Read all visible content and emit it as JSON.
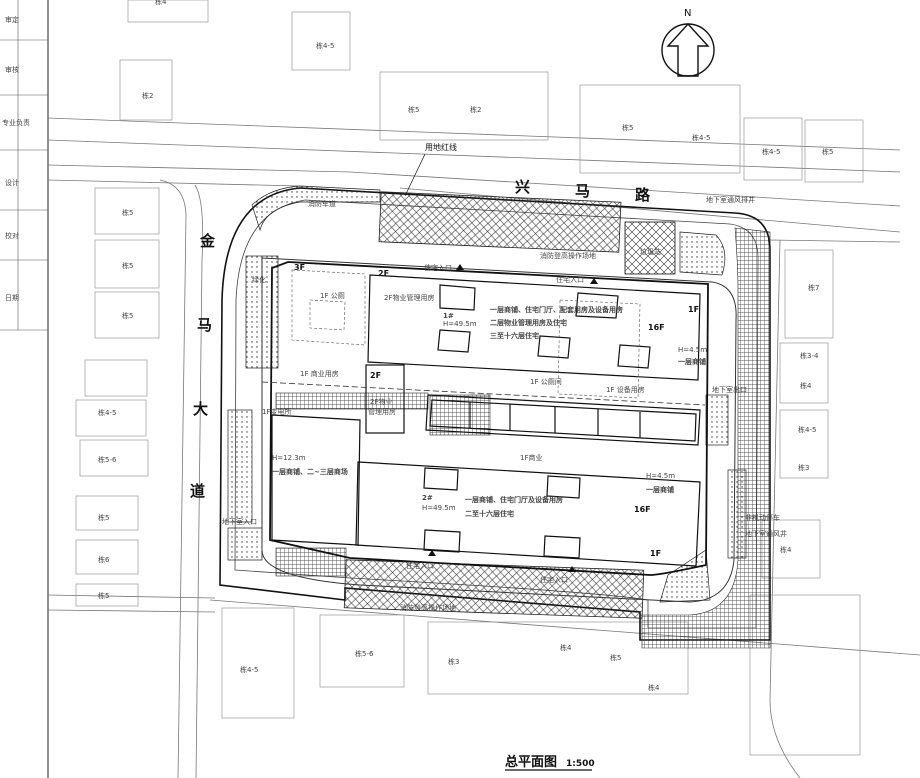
{
  "drawing": {
    "title": "总平面图",
    "scale": "1:500"
  },
  "compass": {
    "north": "N"
  },
  "roads": {
    "north": [
      "兴",
      "马",
      "路"
    ],
    "west": [
      "金",
      "马",
      "大",
      "道"
    ]
  },
  "labels": {
    "red_line": "用地红线",
    "fire_lane": "消防车道",
    "fire_work_north": "消防登高操作场地",
    "fire_work_south": "消防登高操作场地",
    "garbage": "垃圾站",
    "ug_exhaust": "地下室通风排井",
    "entrance_1": "住宅入口",
    "entrance_2": "住宅入口",
    "entrance_3": "住宅入口",
    "entrance_4": "住宅入口",
    "ug_entry_west": "地下室入口",
    "ug_exit_east": "地下室出口",
    "bike_parking": "非机动停车",
    "ug_vent_se": "地下室通风井",
    "green_west": "绿化",
    "floor_3f": "3F",
    "floor_2f_a": "2F",
    "floor_2f_b": "2F",
    "floor_1f_ne": "1F",
    "floor_1f_se": "1F",
    "floor_16f_a": "16F",
    "floor_16f_b": "16F",
    "b1_name": "1#",
    "b1_height": "H=49.5m",
    "b1_desc_1": "一层商铺、住宅门厅、配套用房及设备用房",
    "b1_desc_2": "二层物业管理用房及住宅",
    "b1_desc_3": "三至十六层住宅",
    "b1_mgmt": "2F物业管理用房",
    "b1_ne_height": "H=4.5m",
    "b1_ne_desc": "一层商铺",
    "b2_name": "2#",
    "b2_height": "H=49.5m",
    "b2_desc_1": "一层商铺、住宅门厅及设备用房",
    "b2_desc_2": "二至十六层住宅",
    "b2_e_height": "H=4.5m",
    "b2_e_desc": "一层商铺",
    "mall_height": "H=12.3m",
    "mall_desc": "一层商铺、二~三层商场",
    "mid_2f_desc_1": "2F物业",
    "mid_2f_desc_2": "管理用房",
    "f1_label_a": "1F 公厕",
    "f1_label_b": "1F 商业用房",
    "f1_label_c": "1F 公厕间",
    "f1_label_d": "1F 设备用房",
    "f1_label_e": "1F商业",
    "f1_label_f": "1F变电所"
  },
  "neighbors": [
    "栋4",
    "栋2",
    "栋4-5",
    "栋5",
    "栋2",
    "栋5",
    "栋4-5",
    "栋4-5",
    "栋5",
    "栋5",
    "栋5",
    "栋5",
    "栋4-5",
    "栋5-6",
    "栋5",
    "栋6",
    "栋5",
    "栋7",
    "栋3-4",
    "栋4",
    "栋4-5",
    "栋3",
    "栋4",
    "栋4-5",
    "栋5-6",
    "栋3",
    "栋4",
    "栋5",
    "栋4"
  ],
  "side_table": [
    "审定",
    "审核",
    "专业负责",
    "设计",
    "校对",
    "日期"
  ]
}
